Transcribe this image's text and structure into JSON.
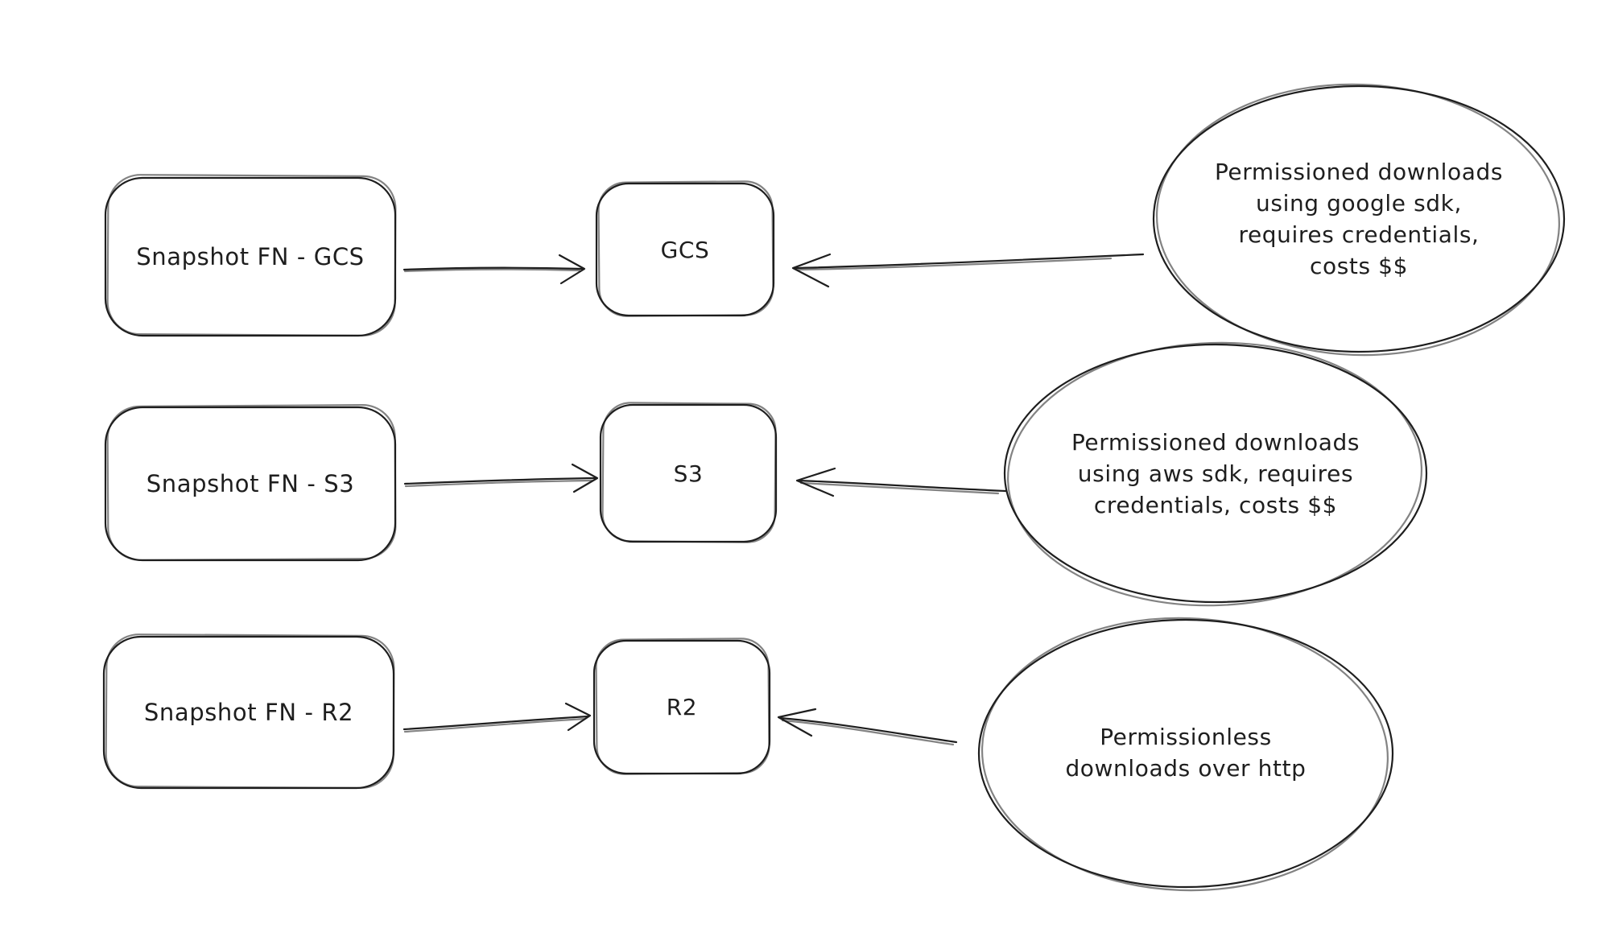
{
  "canvas": {
    "background_color": "#ffffff",
    "stroke_color": "#1e1e1e"
  },
  "nodes": {
    "snapshot_gcs": {
      "type": "rectangle",
      "label": "Snapshot FN - GCS"
    },
    "gcs": {
      "type": "rectangle",
      "label": "GCS"
    },
    "snapshot_s3": {
      "type": "rectangle",
      "label": "Snapshot FN - S3"
    },
    "s3": {
      "type": "rectangle",
      "label": "S3"
    },
    "snapshot_r2": {
      "type": "rectangle",
      "label": "Snapshot FN - R2"
    },
    "r2": {
      "type": "rectangle",
      "label": "R2"
    },
    "note_gcs": {
      "type": "ellipse",
      "lines": [
        "Permissioned downloads",
        "using google sdk,",
        "requires credentials,",
        "costs $$"
      ]
    },
    "note_s3": {
      "type": "ellipse",
      "lines": [
        "Permissioned downloads",
        "using aws sdk, requires",
        "credentials, costs $$"
      ]
    },
    "note_r2": {
      "type": "ellipse",
      "lines": [
        "Permissionless",
        "downloads over http"
      ]
    }
  },
  "edges": [
    {
      "from": "snapshot_gcs",
      "to": "gcs",
      "direction": "right"
    },
    {
      "from": "note_gcs",
      "to": "gcs",
      "direction": "left"
    },
    {
      "from": "snapshot_s3",
      "to": "s3",
      "direction": "right"
    },
    {
      "from": "note_s3",
      "to": "s3",
      "direction": "left"
    },
    {
      "from": "snapshot_r2",
      "to": "r2",
      "direction": "right"
    },
    {
      "from": "note_r2",
      "to": "r2",
      "direction": "left"
    }
  ]
}
